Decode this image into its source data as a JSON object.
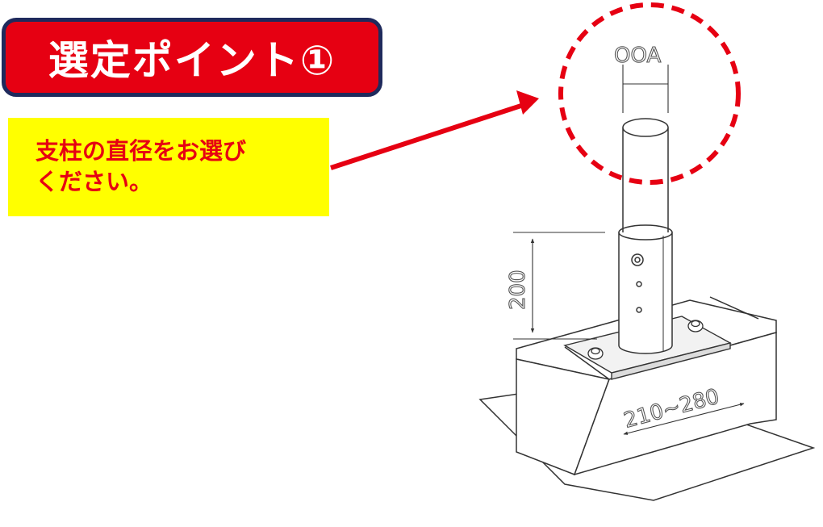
{
  "title": "選定ポイント①",
  "note": {
    "line1": "支柱の直径をお選び",
    "line2": "ください。"
  },
  "drawing": {
    "diameter_label": "OOA",
    "height_label": "200",
    "width_label": "210~280"
  },
  "colors": {
    "accent_red": "#e60012",
    "badge_border": "#1f2a5c",
    "note_background": "#ffff00"
  }
}
